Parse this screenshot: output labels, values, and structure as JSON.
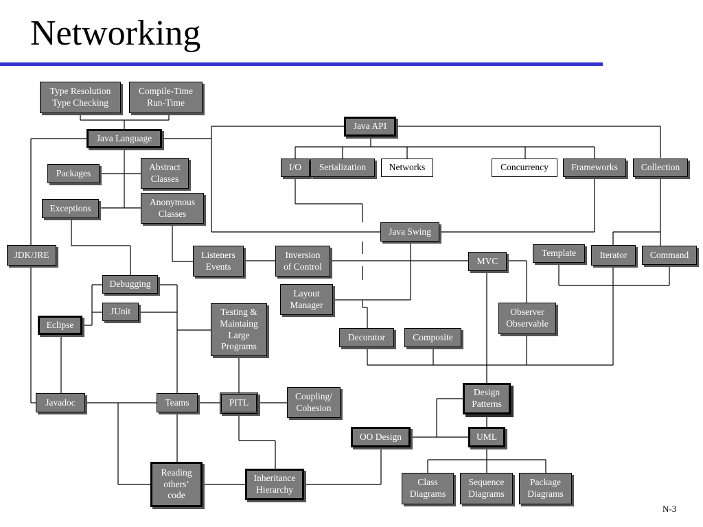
{
  "slide": {
    "title": "Networking",
    "number": "N-3",
    "accent_color": "#3333cc"
  },
  "nodes": {
    "type_resolution": "Type Resolution\nType Checking",
    "compile_time": "Compile-Time\nRun-Time",
    "java_language": "Java Language",
    "packages": "Packages",
    "abstract_classes": "Abstract\nClasses",
    "exceptions": "Exceptions",
    "anonymous_classes": "Anonymous\nClasses",
    "jdk_jre": "JDK/JRE",
    "java_api": "Java API",
    "io": "I/O",
    "serialization": "Serialization",
    "networks": "Networks",
    "concurrency": "Concurrency",
    "frameworks": "Frameworks",
    "collection": "Collection",
    "java_swing": "Java Swing",
    "listeners_events": "Listeners\nEvents",
    "inversion_of_control": "Inversion\nof Control",
    "mvc": "MVC",
    "template": "Template",
    "iterator": "Iterator",
    "command": "Command",
    "debugging": "Debugging",
    "junit": "JUnit",
    "eclipse": "Eclipse",
    "layout_manager": "Layout\nManager",
    "testing": "Testing &\nMaintaing\nLarge\nPrograms",
    "observer": "Observer\nObservable",
    "decorator": "Decorator",
    "composite": "Composite",
    "javadoc": "Javadoc",
    "teams": "Teams",
    "pitl": "PITL",
    "coupling": "Coupling/\nCohesion",
    "design_patterns": "Design\nPatterns",
    "oo_design": "OO Design",
    "uml": "UML",
    "reading_code": "Reading\nothers’\ncode",
    "inheritance": "Inheritance\nHierarchy",
    "class_diagrams": "Class\nDiagrams",
    "sequence_diagrams": "Sequence\nDiagrams",
    "package_diagrams": "Package\nDiagrams"
  }
}
